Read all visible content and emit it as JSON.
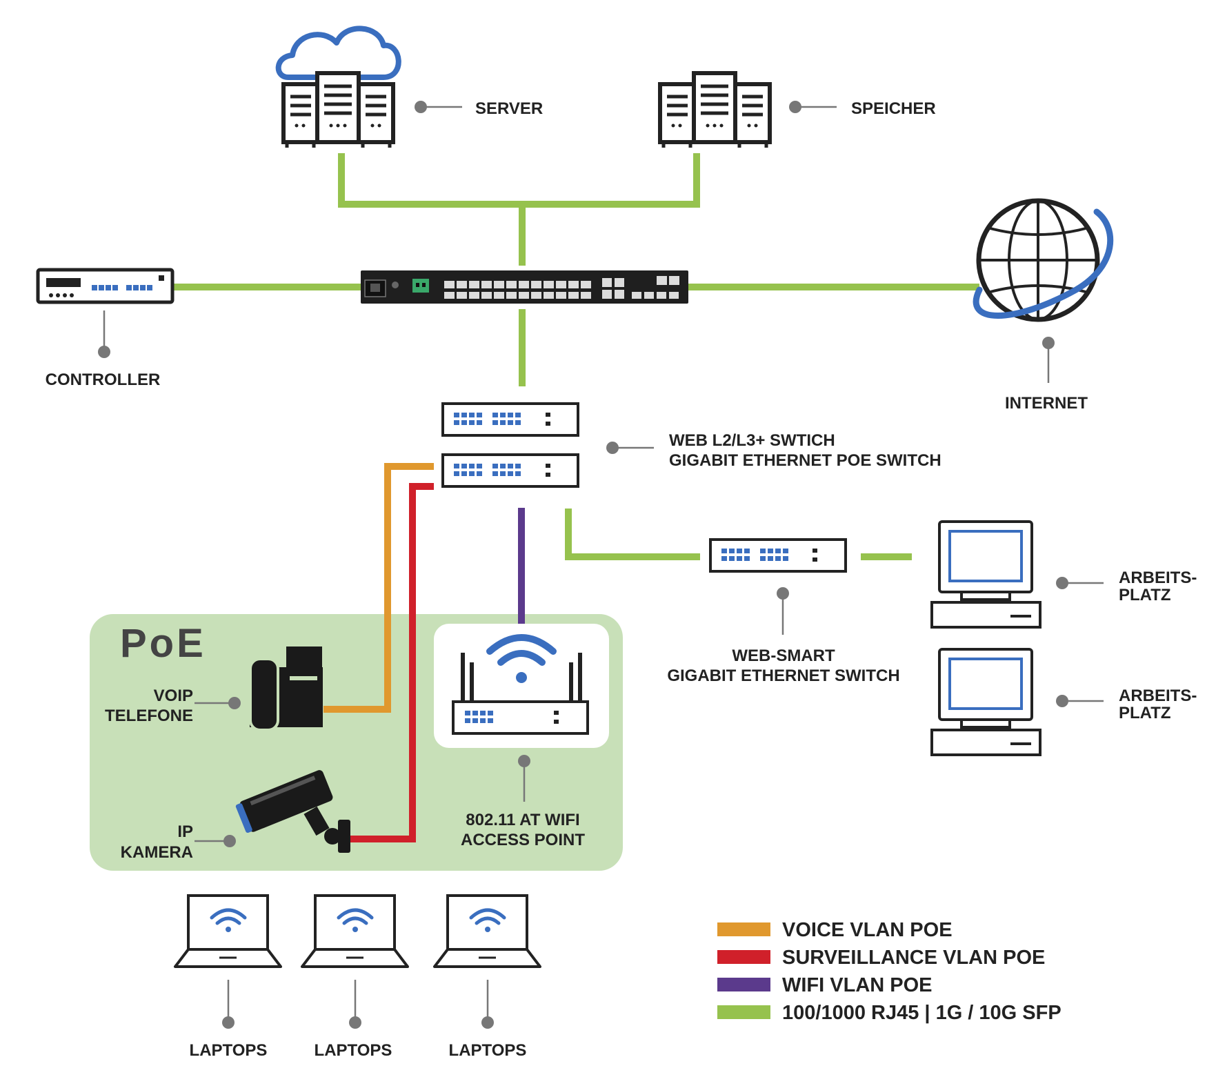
{
  "labels": {
    "server": "SERVER",
    "storage": "SPEICHER",
    "controller": "CONTROLLER",
    "internet": "INTERNET",
    "core_switch_line1": "WEB L2/L3+ SWTICH",
    "core_switch_line2": "GIGABIT ETHERNET POE SWITCH",
    "workstation1_line1": "ARBEITS-",
    "workstation1_line2": "PLATZ",
    "workstation2_line1": "ARBEITS-",
    "workstation2_line2": "PLATZ",
    "smart_switch_line1": "WEB-SMART",
    "smart_switch_line2": "GIGABIT ETHERNET SWITCH",
    "poe_title": "PoE",
    "voip_line1": "VOIP",
    "voip_line2": "TELEFONE",
    "camera_line1": "IP",
    "camera_line2": "KAMERA",
    "ap_line1": "802.11 AT WIFI",
    "ap_line2": "ACCESS POINT",
    "laptop1": "LAPTOPS",
    "laptop2": "LAPTOPS",
    "laptop3": "LAPTOPS"
  },
  "legend": [
    {
      "label": "VOICE VLAN POE",
      "color": "#E0982E"
    },
    {
      "label": "SURVEILLANCE VLAN POE",
      "color": "#D0202A"
    },
    {
      "label": "WIFI VLAN POE",
      "color": "#5B3A8C"
    },
    {
      "label": "100/1000 RJ45 | 1G / 10G SFP",
      "color": "#96C24E"
    }
  ],
  "colors": {
    "green": "#96C24E",
    "orange": "#E0982E",
    "red": "#D0202A",
    "purple": "#5B3A8C",
    "blue": "#3A6EBF",
    "poe_zone": "#C8E0B8",
    "dark": "#222222"
  },
  "icons": [
    "cloud-icon",
    "server-rack-icon",
    "storage-rack-icon",
    "controller-icon",
    "core-switch-icon",
    "globe-icon",
    "poe-switch-icon",
    "smart-switch-icon",
    "desktop-computer-icon",
    "ip-phone-icon",
    "ip-camera-icon",
    "wifi-router-icon",
    "laptop-icon",
    "wifi-icon"
  ]
}
